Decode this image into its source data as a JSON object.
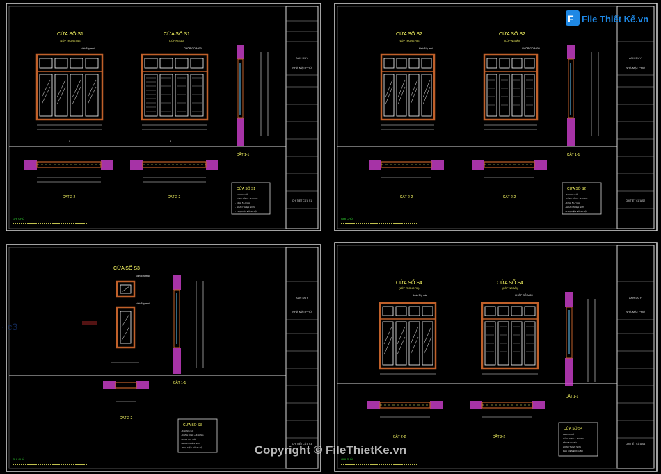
{
  "watermark_top": "File Thiết Kế.vn",
  "watermark_bottom": "Copyright © FileThietKe.vn",
  "sheets": [
    {
      "id": "s1",
      "title_left": "CỬA SỔ S1",
      "sub_left": "(LỚP TRONG RA)",
      "title_right": "CỬA SỔ S1",
      "sub_right": "(LỚP NGOÀI)",
      "tag_left": "kính 5 ly mài",
      "tag_right": "CHỚP GỖ A500",
      "section_label": "CẮT 1-1",
      "section2_a": "CẮT 2-2",
      "section2_b": "CẮT 2-2",
      "legend_title": "CỬA SỔ S1",
      "legend_lines": [
        "- KHUNG GỖ",
        "- CÁNH KÍNH + KHUNG",
        "- KÍNH 5 LY MÀI",
        "- HOÀN THIỆN SƠN",
        "- PHỤ KIỆN ĐỒNG BỘ"
      ],
      "note": "GHI CHÚ",
      "tb_mid1": "ANH DUY",
      "tb_mid2": "NHÀ MẶT PHỐ",
      "tb_bot": "CHI TIẾT CỬA S1"
    },
    {
      "id": "s2",
      "title_left": "CỬA SỔ S2",
      "sub_left": "(LỚP TRONG RA)",
      "title_right": "CỬA SỔ S2",
      "sub_right": "(LỚP NGOÀI)",
      "tag_left": "kính 5 ly mài",
      "tag_right": "CHỚP GỖ A500",
      "section_label": "CẮT 1-1",
      "section2_a": "CẮT 2-2",
      "section2_b": "CẮT 2-2",
      "legend_title": "CỬA SỔ S2",
      "legend_lines": [
        "- KHUNG GỖ",
        "- CÁNH KÍNH + KHUNG",
        "- KÍNH 5 LY MÀI",
        "- HOÀN THIỆN SƠN",
        "- PHỤ KIỆN ĐỒNG BỘ"
      ],
      "note": "GHI CHÚ",
      "tb_mid1": "ANH DUY",
      "tb_mid2": "NHÀ MẶT PHỐ",
      "tb_bot": "CHI TIẾT CỬA S2"
    },
    {
      "id": "s3",
      "title_left": "CỬA SỔ S3",
      "tag_left": "kính 5 ly mài",
      "tag_right": "kính 5 ly mài",
      "section_label": "CẮT 1-1",
      "section2_a": "CẮT 2-2",
      "legend_title": "CỬA SỔ S3",
      "legend_lines": [
        "- KHUNG GỖ",
        "- CÁNH KÍNH + KHUNG",
        "- KÍNH 5 LY MÀI",
        "- HOÀN THIỆN SƠN",
        "- PHỤ KIỆN ĐỒNG BỘ"
      ],
      "note": "GHI CHÚ",
      "tb_mid1": "ANH DUY",
      "tb_mid2": "NHÀ MẶT PHỐ",
      "tb_bot": "CHI TIẾT CỬA S3"
    },
    {
      "id": "s4",
      "title_left": "CỬA SỔ S4",
      "sub_left": "(LỚP TRONG RA)",
      "title_right": "CỬA SỔ S4",
      "sub_right": "(LỚP NGOÀI)",
      "tag_left": "kính 5 ly mài",
      "tag_right": "CHỚP GỖ A500",
      "section_label": "CẮT 1-1",
      "section2_a": "CẮT 2-2",
      "section2_b": "CẮT 2-2",
      "legend_title": "CỬA SỔ S4",
      "legend_lines": [
        "- KHUNG GỖ",
        "- CÁNH KÍNH + KHUNG",
        "- KÍNH 5 LY MÀI",
        "- HOÀN THIỆN SƠN",
        "- PHỤ KIỆN ĐỒNG BỘ"
      ],
      "note": "GHI CHÚ",
      "tb_mid1": "ANH DUY",
      "tb_mid2": "NHÀ MẶT PHỐ",
      "tb_bot": "CHI TIẾT CỬA S4"
    }
  ],
  "colors": {
    "background": "#000000",
    "border": "#d8d8d8",
    "title": "#ffff66",
    "frame": "#c0602a",
    "wall": "#d040d0",
    "dim": "#e8e8e8",
    "glass": "#ffffff",
    "note": "#33dd33",
    "brand_blue": "#1e88e5"
  }
}
